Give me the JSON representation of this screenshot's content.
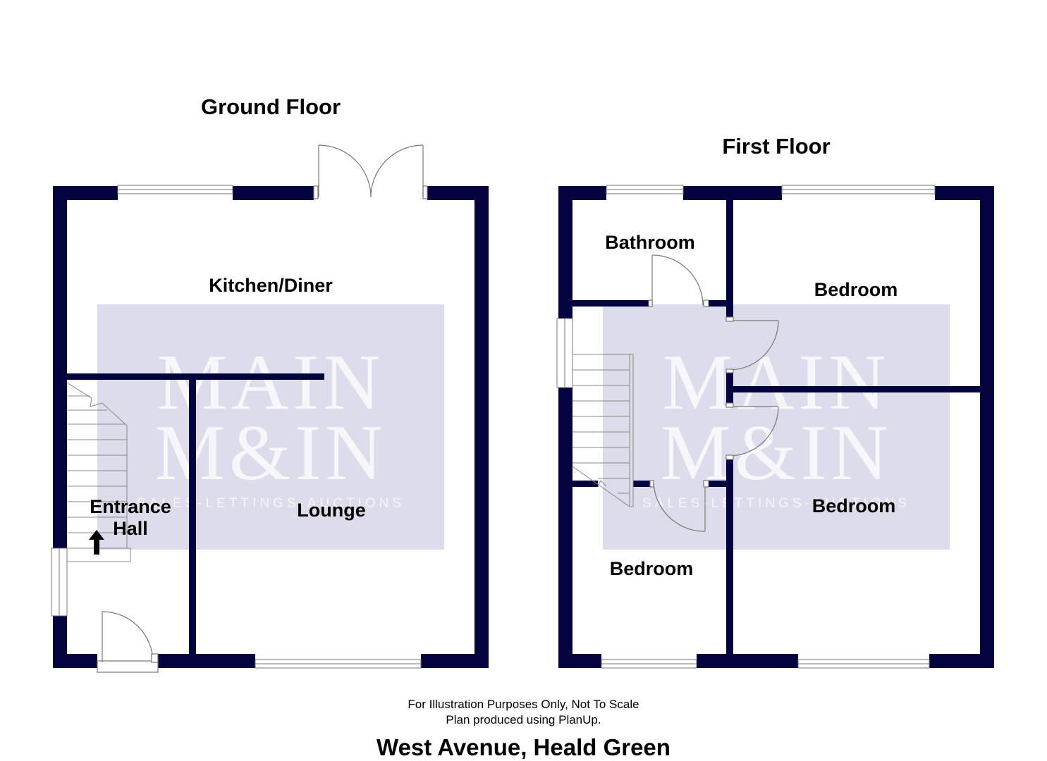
{
  "floors": [
    {
      "title": "Ground Floor",
      "rooms": [
        "Kitchen/Diner",
        "Lounge",
        "Entrance",
        "Hall"
      ]
    },
    {
      "title": "First Floor",
      "rooms": [
        "Bathroom",
        "Bedroom",
        "Bedroom",
        "Bedroom"
      ]
    }
  ],
  "watermark": {
    "line1": "MAIN",
    "line2": "M&IN",
    "tagline": "SALES-LETTINGS-AUCTIONS"
  },
  "footer": {
    "disclaimer_line1": "For Illustration Purposes Only, Not To Scale",
    "disclaimer_line2": "Plan produced using PlanUp.",
    "address": "West Avenue, Heald Green"
  },
  "colors": {
    "wall": "#030340",
    "watermark_panel": "#dcdcea",
    "fixture_stroke": "#777777"
  }
}
